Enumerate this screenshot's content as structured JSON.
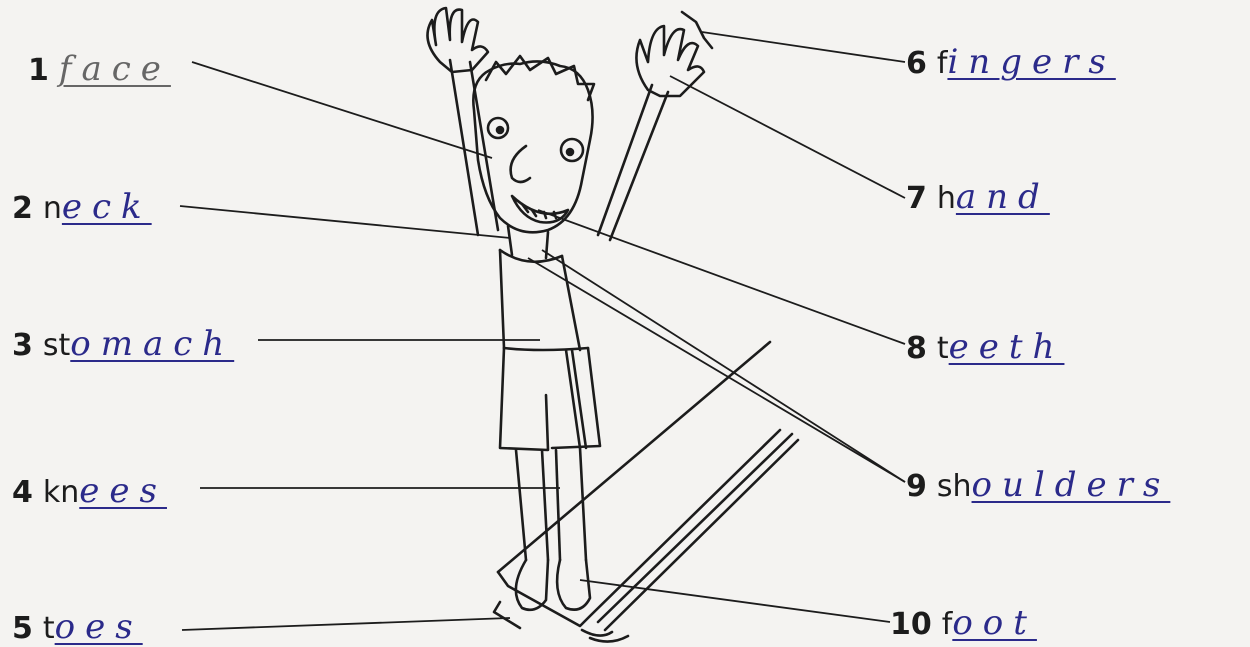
{
  "worksheet": {
    "labels": [
      {
        "number": "1",
        "prefix": "",
        "answer": "face"
      },
      {
        "number": "2",
        "prefix": "n",
        "answer": "eck"
      },
      {
        "number": "3",
        "prefix": "st",
        "answer": "omach"
      },
      {
        "number": "4",
        "prefix": "kn",
        "answer": "ees"
      },
      {
        "number": "5",
        "prefix": "t",
        "answer": "oes"
      },
      {
        "number": "6",
        "prefix": "f",
        "answer": "ingers"
      },
      {
        "number": "7",
        "prefix": "h",
        "answer": "and"
      },
      {
        "number": "8",
        "prefix": "t",
        "answer": "eeth"
      },
      {
        "number": "9",
        "prefix": "sh",
        "answer": "oulders"
      },
      {
        "number": "10",
        "prefix": "f",
        "answer": "oot"
      }
    ]
  },
  "colors": {
    "handwriting": "#2b2a8a",
    "pencil": "#666666",
    "ink": "#1c1c1c",
    "paper": "#f4f3f1"
  }
}
